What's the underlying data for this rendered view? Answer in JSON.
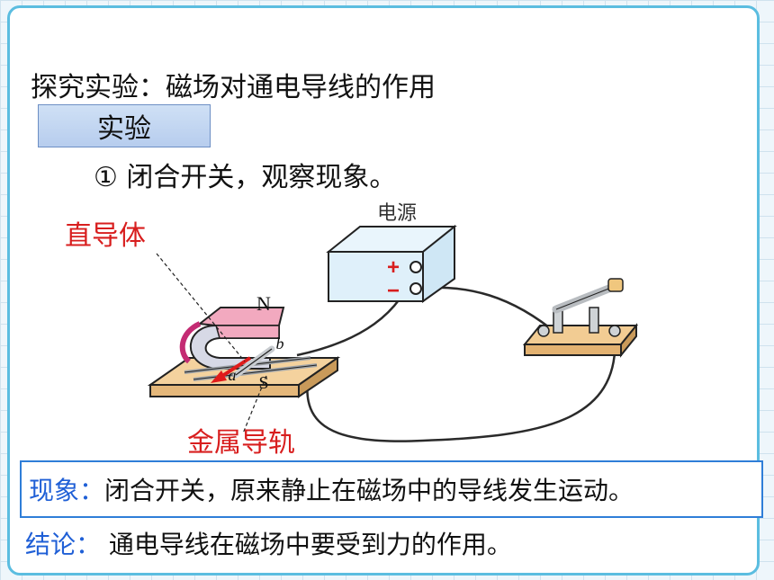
{
  "title": "探究实验：磁场对通电导线的作用",
  "experiment_label": "实验",
  "step": "① 闭合开关，观察现象。",
  "diagram": {
    "power_label": "电源",
    "plus": "+",
    "minus": "−",
    "magnet_n": "N",
    "magnet_s": "S",
    "rod_a": "a",
    "rod_b": "b",
    "straight_conductor": "直导体",
    "metal_rail": "金属导轨"
  },
  "phenomenon": {
    "label": "现象：",
    "text": "闭合开关，原来静止在磁场中的导线发生运动。"
  },
  "conclusion": {
    "label": "结论：",
    "text": "通电导线在磁场中要受到力的作用。"
  },
  "colors": {
    "accent_blue": "#1f5fd6",
    "label_red": "#d81e1e",
    "frame": "#5bbde0"
  }
}
